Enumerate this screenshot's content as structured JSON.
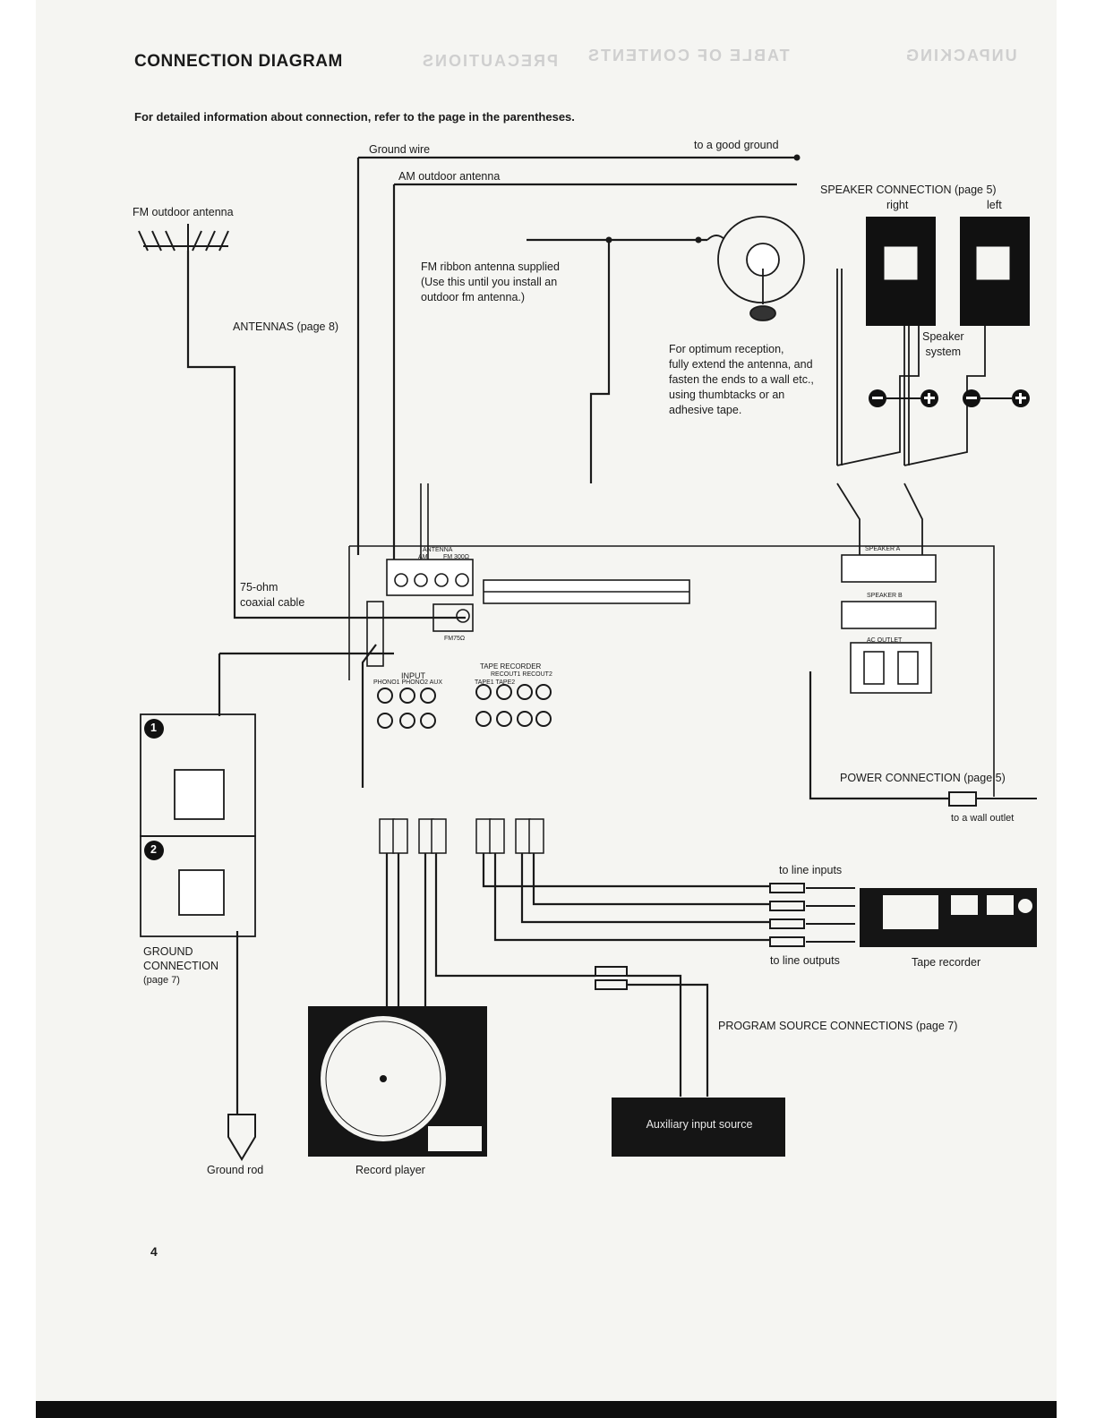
{
  "title": "CONNECTION DIAGRAM",
  "intro": "For detailed information about connection, refer to the page in the parentheses.",
  "labels": {
    "ground_wire": "Ground wire",
    "good_ground": "to a good ground",
    "am_outdoor": "AM outdoor antenna",
    "fm_outdoor": "FM outdoor antenna",
    "speaker_connection": "SPEAKER CONNECTION (page 5)",
    "right": "right",
    "left": "left",
    "fm_ribbon_1": "FM ribbon antenna supplied",
    "fm_ribbon_2": "(Use this until you install an",
    "fm_ribbon_3": "outdoor fm antenna.)",
    "antennas": "ANTENNAS (page 8)",
    "speaker_system_1": "Speaker",
    "speaker_system_2": "system",
    "optimum_1": "For optimum reception,",
    "optimum_2": "fully extend the antenna, and",
    "optimum_3": "fasten the ends to a wall etc.,",
    "optimum_4": "using thumbtacks or an",
    "optimum_5": "adhesive tape.",
    "coax_1": "75-ohm",
    "coax_2": "coaxial cable",
    "antenna_panel": "ANTENNA",
    "am": "AM",
    "fm300": "FM 300Ω",
    "fm75": "FM75Ω",
    "input": "INPUT",
    "input_jacks": "PHONO1  PHONO2  AUX",
    "tape_recorder_panel": "TAPE RECORDER",
    "tape_recout": "RECOUT1  RECOUT2",
    "tape_jacks": "TAPE1    TAPE2",
    "speaker_a": "SPEAKER A",
    "speaker_b": "SPEAKER B",
    "ac_outlet": "AC OUTLET",
    "power_connection": "POWER CONNECTION (page 5)",
    "wall_outlet": "to a wall outlet",
    "to_line_inputs": "to line inputs",
    "to_line_outputs": "to line outputs",
    "tape_recorder": "Tape recorder",
    "ground_connection_1": "GROUND",
    "ground_connection_2": "CONNECTION",
    "ground_connection_3": "(page 7)",
    "step1": "1",
    "step2": "2",
    "program_source": "PROGRAM SOURCE CONNECTIONS (page 7)",
    "aux_source": "Auxiliary input source",
    "ground_rod": "Ground rod",
    "record_player": "Record player",
    "page_number": "4"
  },
  "bleed_through": {
    "a": "PRECAUTIONS",
    "b": "TABLE OF CONTENTS",
    "c": "UNPACKING"
  }
}
